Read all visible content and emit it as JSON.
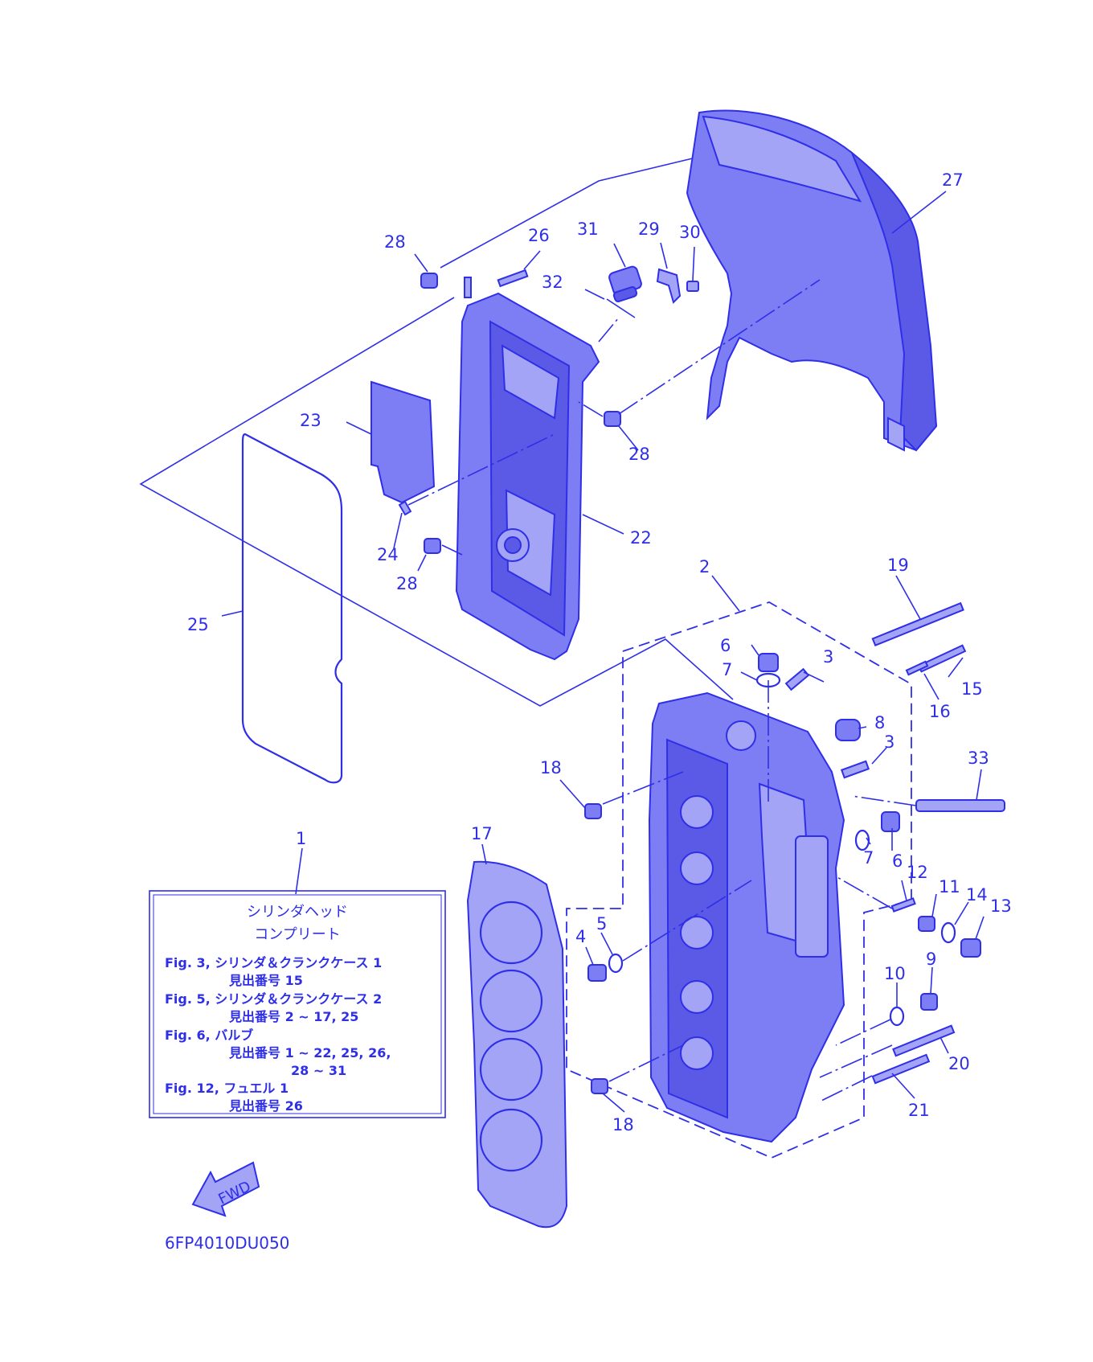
{
  "callouts": [
    "1",
    "2",
    "3",
    "4",
    "5",
    "6",
    "7",
    "8",
    "9",
    "10",
    "11",
    "12",
    "13",
    "14",
    "15",
    "16",
    "17",
    "18",
    "19",
    "20",
    "21",
    "22",
    "23",
    "24",
    "25",
    "26",
    "27",
    "28",
    "29",
    "30",
    "31",
    "32",
    "33"
  ],
  "info_box": {
    "title_line1": "シリンダヘッド",
    "title_line2": "コンプリート",
    "rows": [
      "Fig. 3, シリンダ＆クランクケース 1",
      "見出番号 15",
      "Fig. 5, シリンダ＆クランクケース 2",
      "見出番号 2 ~ 17, 25",
      "Fig. 6, バルブ",
      "見出番号 1 ~ 22, 25, 26,",
      "28 ~ 31",
      "Fig. 12, フュエル 1",
      "見出番号 26"
    ]
  },
  "fwd_label": "FWD",
  "diagram_code": "6FP4010DU050",
  "colors": {
    "ink": "#2f2fe8",
    "fill": "#7d7df4",
    "fill_light": "#a4a4f7",
    "background": "#ffffff"
  }
}
